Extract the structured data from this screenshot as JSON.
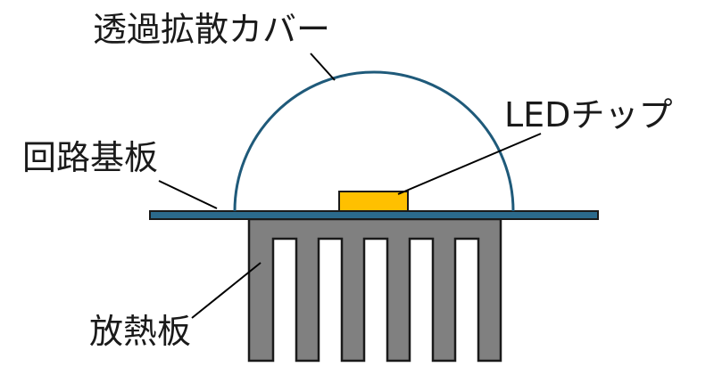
{
  "labels": {
    "diffuser_cover": "透過拡散カバー",
    "led_chip": "LEDチップ",
    "circuit_board": "回路基板",
    "heat_sink": "放熱板"
  },
  "colors": {
    "dome_stroke": "#1f5a7a",
    "board_fill": "#2b6a8c",
    "board_stroke": "#1a1a1a",
    "chip_fill": "#ffc000",
    "heatsink_fill": "#808080",
    "heatsink_stroke": "#1a1a1a",
    "leader_line": "#000000",
    "background": "#ffffff"
  }
}
